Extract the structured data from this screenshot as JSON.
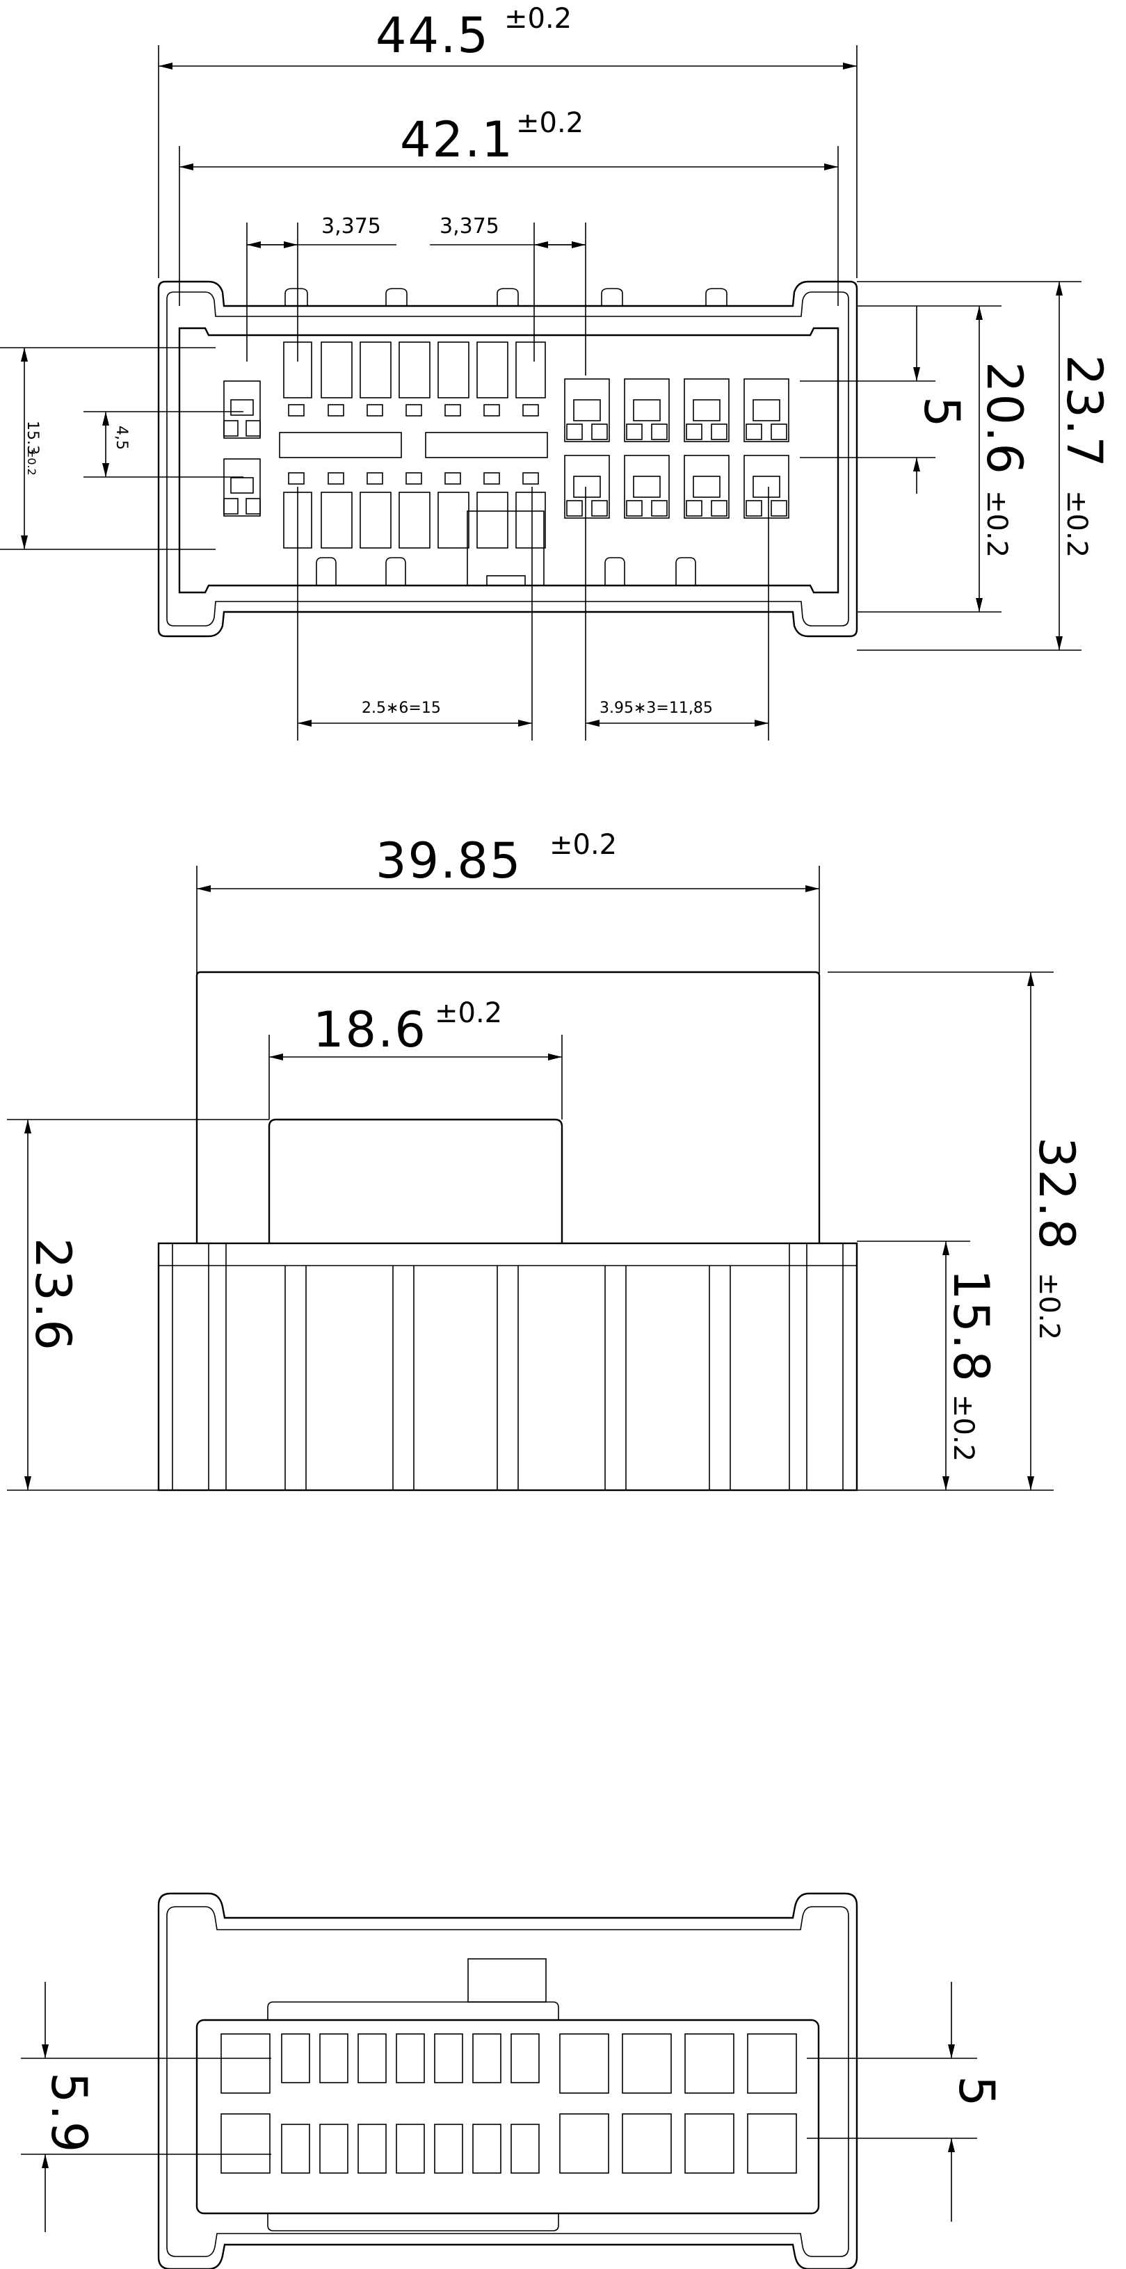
{
  "front_view": {
    "overall_width": "44.5",
    "overall_width_tol": "±0.2",
    "inner_width": "42.1",
    "inner_width_tol": "±0.2",
    "pitch_left": "3,375",
    "pitch_right": "3,375",
    "overall_height": "23.7",
    "overall_height_tol": "±0.2",
    "inner_height": "20.6",
    "inner_height_tol": "±0.2",
    "row_spacing_right": "5",
    "left_height": "15.3",
    "left_height_tol": "±0.2",
    "left_row_spacing": "4,5",
    "small_pitch_span": "2.5∗6=15",
    "large_pitch_span": "3.95∗3=11,85"
  },
  "side_view": {
    "overall_width": "39.85",
    "overall_width_tol": "±0.2",
    "latch_width": "18.6",
    "latch_width_tol": "±0.2",
    "body_height": "23.6",
    "overall_height": "32.8",
    "overall_height_tol": "±0.2",
    "base_height": "15.8",
    "base_height_tol": "±0.2"
  },
  "rear_view": {
    "left_row_spacing": "5.9",
    "right_row_spacing": "5"
  }
}
